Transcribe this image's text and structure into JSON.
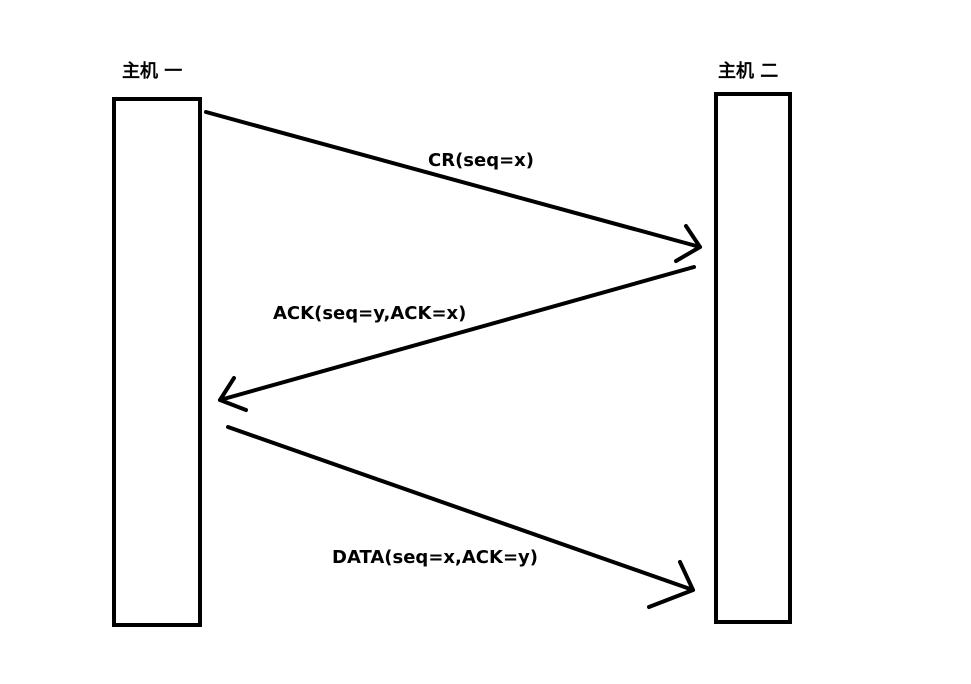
{
  "hosts": {
    "host1": "主机 一",
    "host2": "主机 二"
  },
  "messages": {
    "cr": "CR(seq=x)",
    "ack": "ACK(seq=y,ACK=x)",
    "data": "DATA(seq=x,ACK=y)"
  }
}
